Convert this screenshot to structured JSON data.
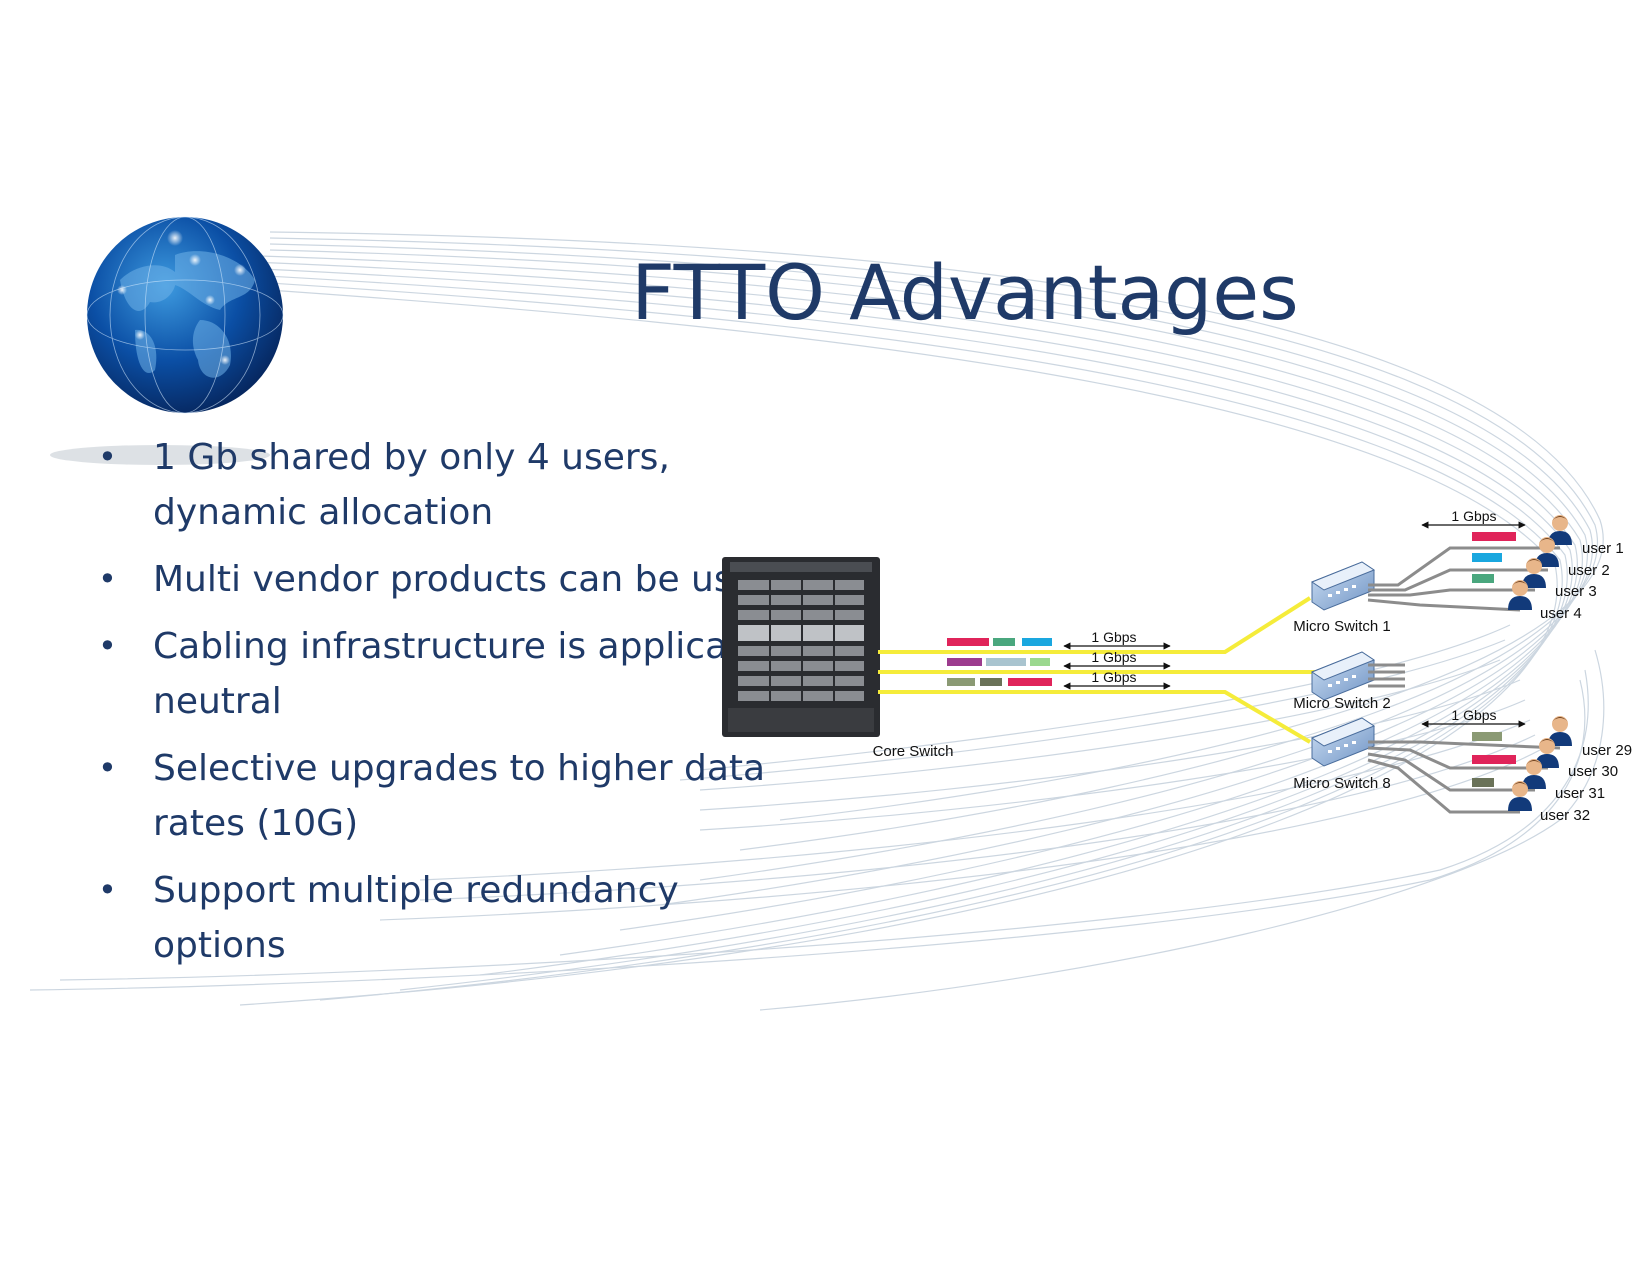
{
  "title": "FTTO Advantages",
  "bullets": [
    {
      "text": "1 Gb shared by only 4 users, dynamic allocation"
    },
    {
      "text": "Multi vendor products can be used"
    },
    {
      "text": "Cabling infrastructure is application-neutral"
    },
    {
      "text": "Selective upgrades to higher data rates (10G)"
    },
    {
      "text": "Support multiple redundancy options"
    }
  ],
  "diagram": {
    "core_switch_label": "Core Switch",
    "links": [
      {
        "speed": "1 Gbps"
      },
      {
        "speed": "1 Gbps"
      },
      {
        "speed": "1 Gbps"
      }
    ],
    "micro_switches": [
      {
        "label": "Micro Switch 1",
        "speed": "1 Gbps",
        "users": [
          "user 1",
          "user 2",
          "user 3",
          "user 4"
        ]
      },
      {
        "label": "Micro Switch 2"
      },
      {
        "label": "Micro Switch 8",
        "speed": "1 Gbps",
        "users": [
          "user 29",
          "user 30",
          "user 31",
          "user 32"
        ]
      }
    ]
  },
  "colors": {
    "text_primary": "#1f3a68",
    "fiber": "#f5ec3a",
    "copper": "#8c8c8c",
    "packet_red": "#e0245a",
    "packet_green": "#4aa77e",
    "packet_cyan": "#1aa7df",
    "packet_purple": "#9c3b8e",
    "packet_lightblue": "#a9c4cf",
    "packet_lightgreen": "#9bd88f",
    "packet_olive": "#8b9a74",
    "packet_darkolive": "#6a7258"
  }
}
